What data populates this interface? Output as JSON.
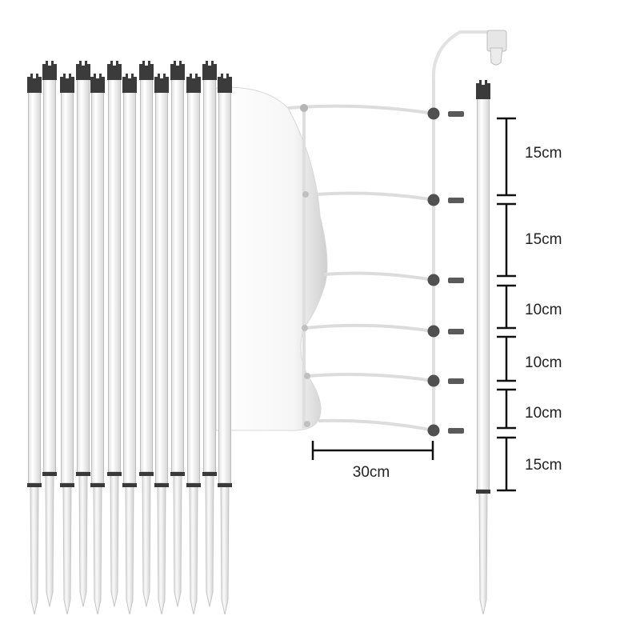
{
  "dimensions": {
    "wire_spacings": [
      "15cm",
      "15cm",
      "10cm",
      "10cm",
      "10cm",
      "15cm"
    ],
    "mesh_width": "30cm"
  },
  "colors": {
    "post": "#f4f4f4",
    "post_outline": "#b8b8b8",
    "cap": "#3a3a3a",
    "net_wire": "#dcdcdc",
    "knot": "#555555",
    "dimension_line": "#111111"
  }
}
